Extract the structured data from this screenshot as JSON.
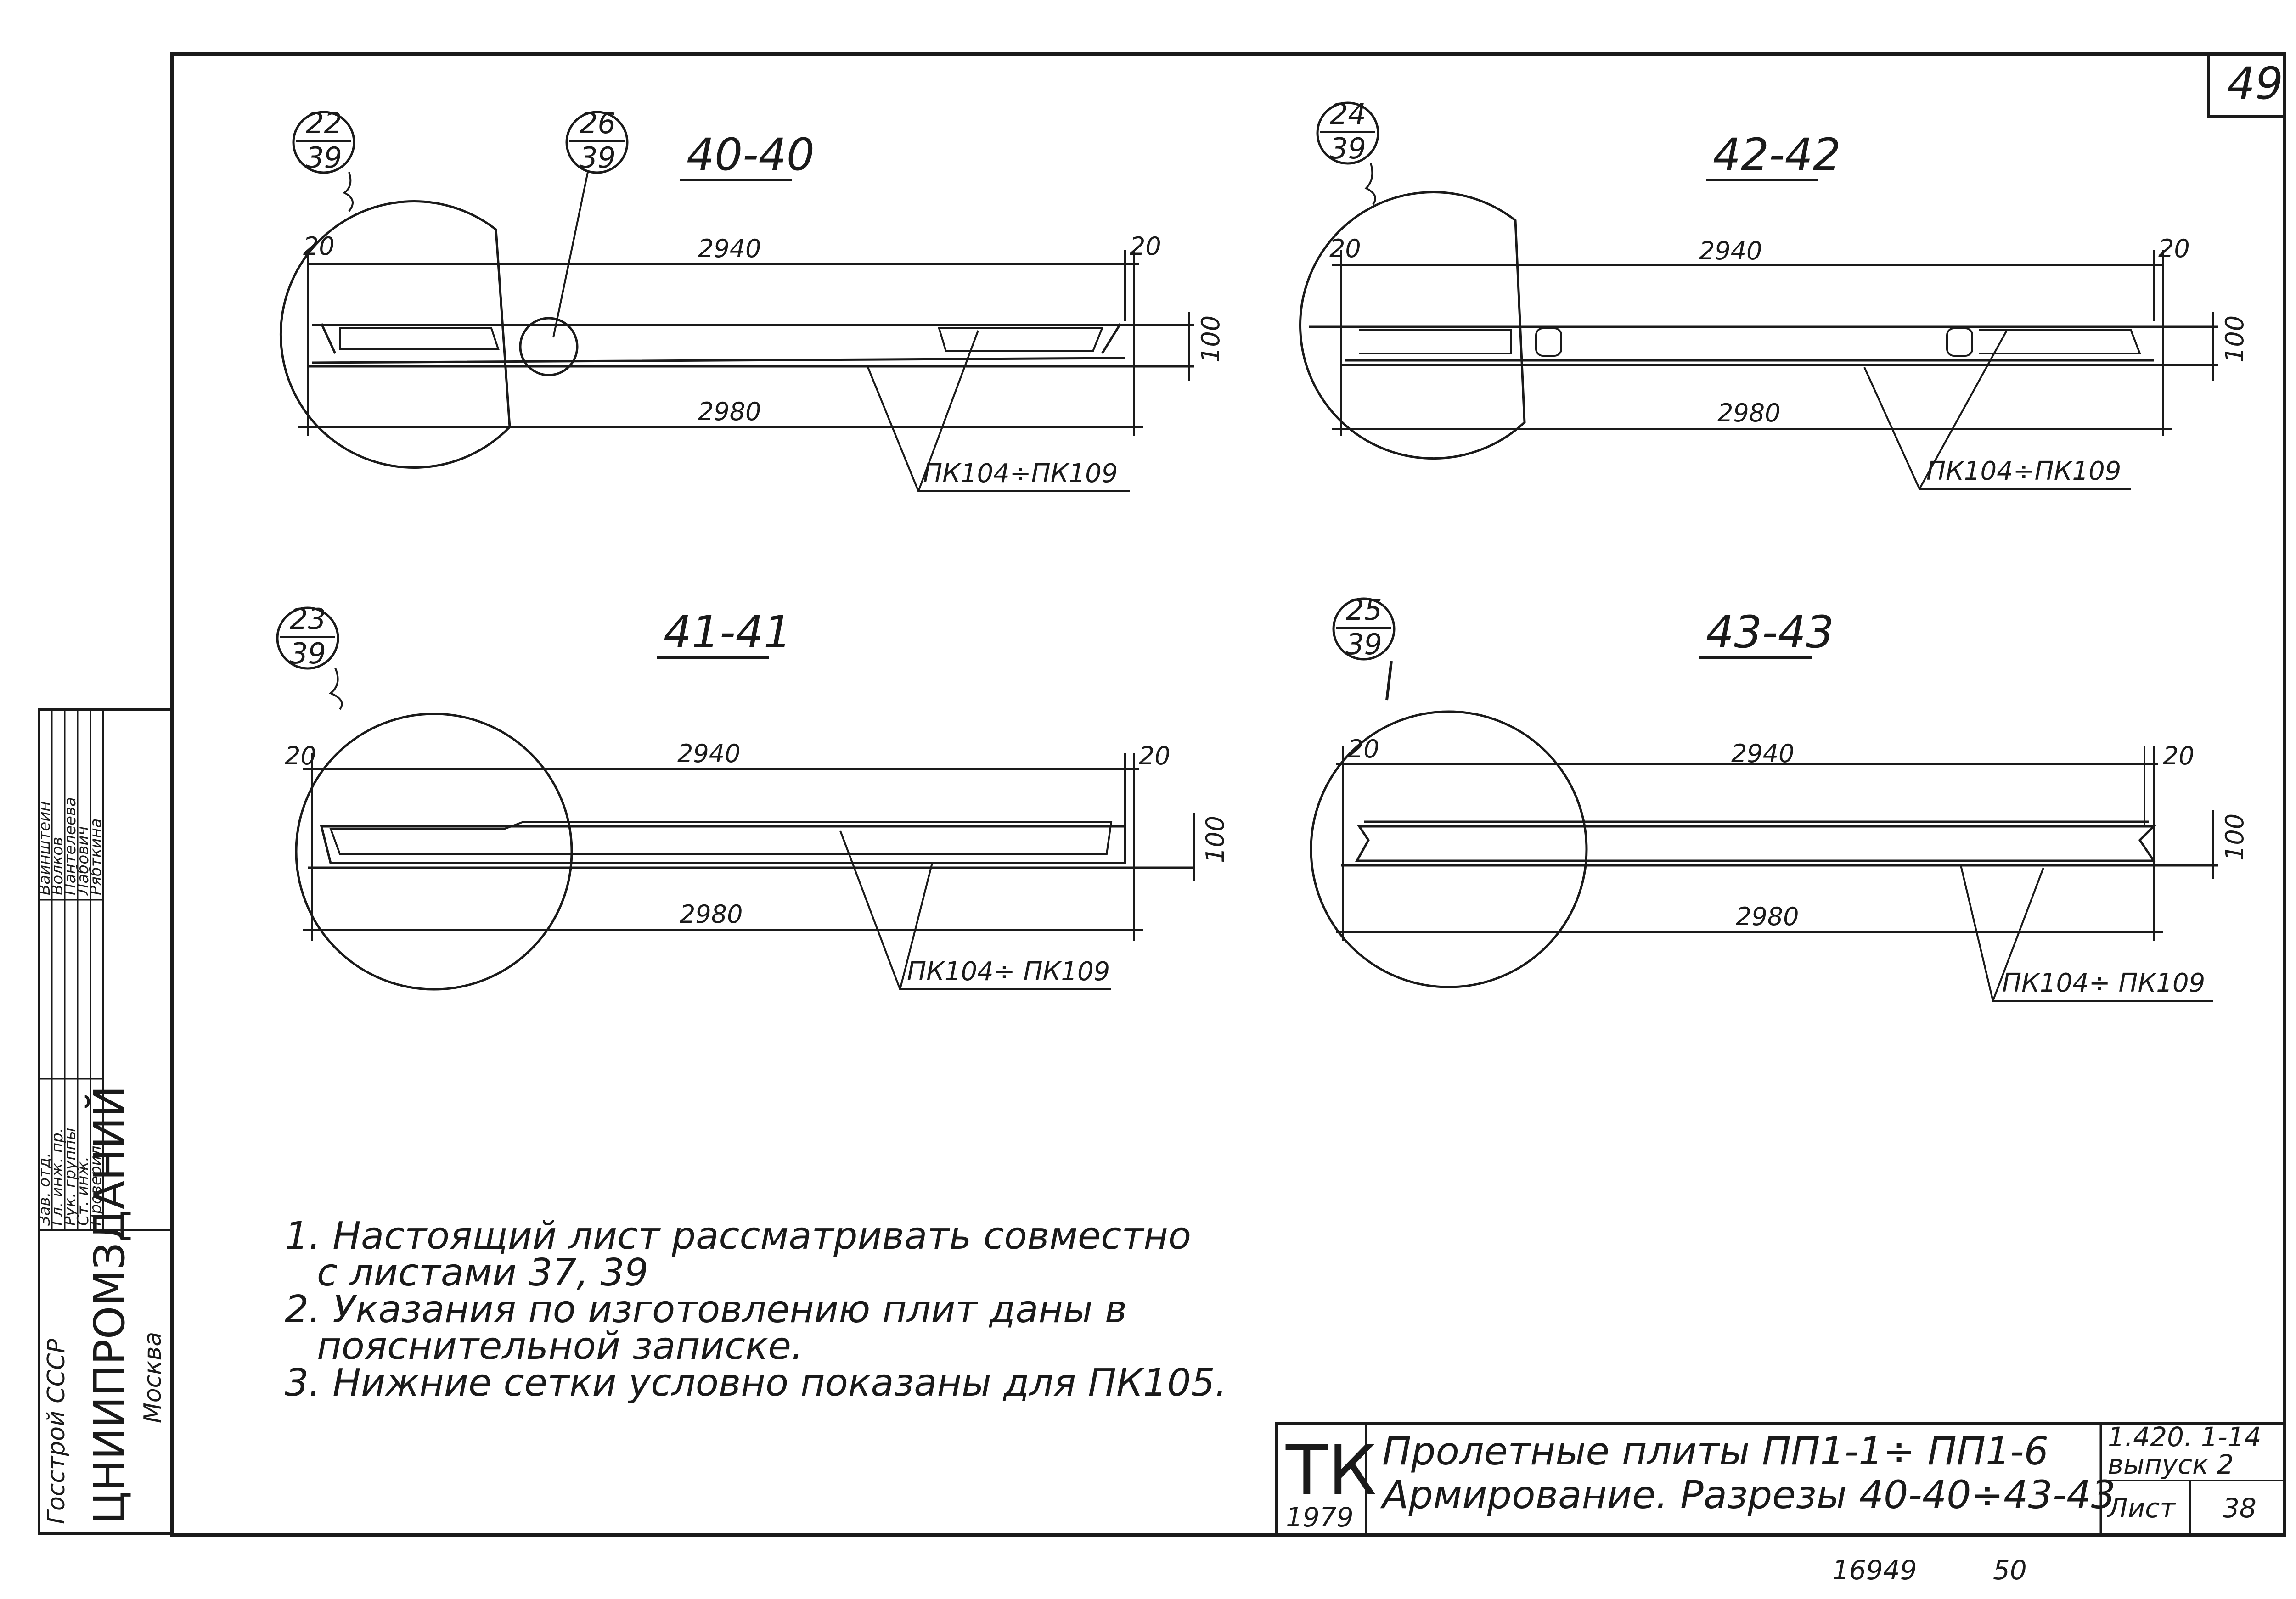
{
  "sheet": {
    "number": "49",
    "bottom_numbers": [
      "16949",
      "50"
    ]
  },
  "sections": [
    {
      "id": "40-40",
      "title": "40-40",
      "callouts": [
        {
          "top": "22",
          "bottom": "39"
        },
        {
          "top": "26",
          "bottom": "39"
        }
      ],
      "dim_top": "2940",
      "dim_bottom": "2980",
      "dim_left": "20",
      "dim_right": "20",
      "dim_height": "100",
      "ref": "ПК104÷ПК109"
    },
    {
      "id": "42-42",
      "title": "42-42",
      "callouts": [
        {
          "top": "24",
          "bottom": "39"
        }
      ],
      "dim_top": "2940",
      "dim_bottom": "2980",
      "dim_left": "20",
      "dim_right": "20",
      "dim_height": "100",
      "ref": "ПК104÷ПК109"
    },
    {
      "id": "41-41",
      "title": "41-41",
      "callouts": [
        {
          "top": "23",
          "bottom": "39"
        }
      ],
      "dim_top": "2940",
      "dim_bottom": "2980",
      "dim_left": "20",
      "dim_right": "20",
      "dim_height": "100",
      "ref": "ПК104÷ ПК109"
    },
    {
      "id": "43-43",
      "title": "43-43",
      "callouts": [
        {
          "top": "25",
          "bottom": "39"
        }
      ],
      "dim_top": "2940",
      "dim_bottom": "2980",
      "dim_left": "20",
      "dim_right": "20",
      "dim_height": "100",
      "ref": "ПК104÷ ПК109"
    }
  ],
  "notes": [
    "1. Настоящий лист рассматривать совместно",
    "с листами 37, 39",
    "2. Указания по изготовлению плит даны в",
    "пояснительной записке.",
    "3. Нижние сетки условно показаны для ПК105."
  ],
  "title_block": {
    "mark": "ТК",
    "year": "1979",
    "title_line1": "Пролетные плиты ПП1-1÷ ПП1-6",
    "title_line2": "Армирование. Разрезы 40-40÷43-43",
    "code": "1.420. 1-14",
    "issue": "выпуск 2",
    "sheet_label": "Лист",
    "sheet_value": "38"
  },
  "side_stamp": {
    "org_line1": "Госстрой СССР",
    "org_line2": "ЦНИИПРОМЗДАНИЙ",
    "org_line3": "Москва",
    "rows": [
      {
        "role": "Зав. отд.",
        "name": "Вайнштейн"
      },
      {
        "role": "Гл. инж. пр.",
        "name": "Волков"
      },
      {
        "role": "Рук. группы",
        "name": "Пантелеева"
      },
      {
        "role": "Ст. инж.",
        "name": "Лабович"
      },
      {
        "role": "Проверил",
        "name": "Рябткина"
      }
    ]
  }
}
